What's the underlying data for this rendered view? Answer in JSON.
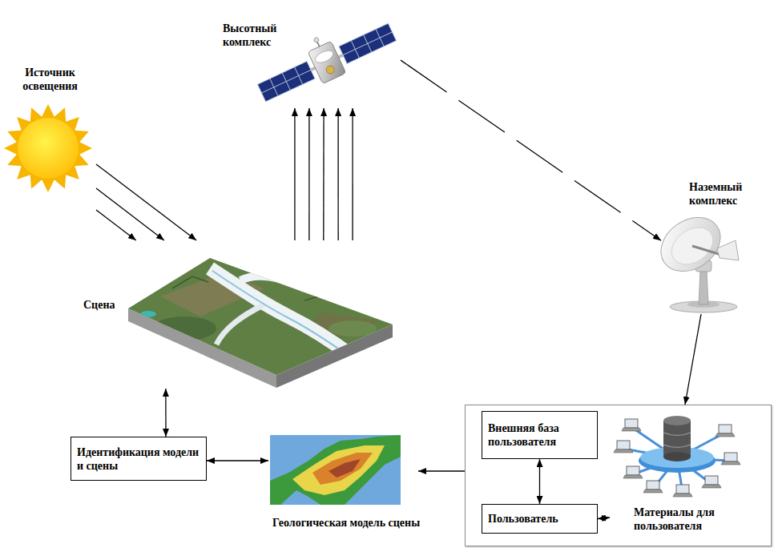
{
  "diagram": {
    "nodes": [
      {
        "text": [
          "Источник освещения"
        ]
      },
      {
        "text": [
          "Высотный комплекс"
        ]
      },
      {
        "text": [
          "Наземный комплекс"
        ]
      },
      {
        "text": [
          "Сцена"
        ]
      },
      {
        "text": []
      },
      {
        "text": [
          "Внешняя база пользователя"
        ],
        "in": 4
      },
      {
        "text": [
          "Пользователь"
        ],
        "in": 4
      },
      {
        "text": [
          "Материалы для пользователя"
        ],
        "in": 4
      },
      {
        "text": [
          "Идентификация модели и сцены"
        ]
      },
      {
        "text": [
          "Геологическая модель сцены"
        ]
      }
    ],
    "edges": [
      {
        "from": 0,
        "to": 3,
        "arrow": "to"
      },
      {
        "from": 0,
        "to": 3,
        "arrow": "to"
      },
      {
        "from": 0,
        "to": 3,
        "arrow": "to"
      },
      {
        "from": 3,
        "to": 1,
        "arrow": "to"
      },
      {
        "from": 3,
        "to": 1,
        "arrow": "to"
      },
      {
        "from": 3,
        "to": 1,
        "arrow": "to"
      },
      {
        "from": 3,
        "to": 1,
        "arrow": "to"
      },
      {
        "from": 3,
        "to": 1,
        "arrow": "to"
      },
      {
        "from": 1,
        "to": 2,
        "arrow": "to"
      },
      {
        "from": 2,
        "to": 4,
        "arrow": "to"
      },
      {
        "from": 4,
        "to": 9,
        "arrow": "to"
      },
      {
        "from": 9,
        "to": 8,
        "arrow": "both"
      },
      {
        "from": 8,
        "to": 3,
        "arrow": "both"
      },
      {
        "from": 5,
        "to": 6,
        "arrow": "both"
      },
      {
        "from": 6,
        "to": 7,
        "arrow": "both"
      }
    ]
  }
}
